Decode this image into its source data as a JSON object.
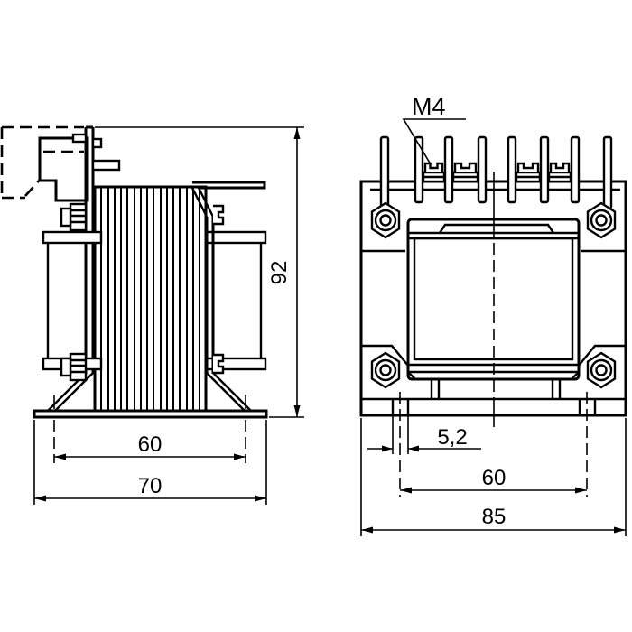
{
  "callout": {
    "thread_label": "M4"
  },
  "dimensions": {
    "side_view": {
      "overall_height": "92",
      "hole_spacing": "60",
      "base_width": "70"
    },
    "front_view": {
      "slot_width": "5,2",
      "slot_spacing": "60",
      "overall_width": "85"
    }
  },
  "colors": {
    "line": "#000000",
    "background": "#ffffff"
  }
}
